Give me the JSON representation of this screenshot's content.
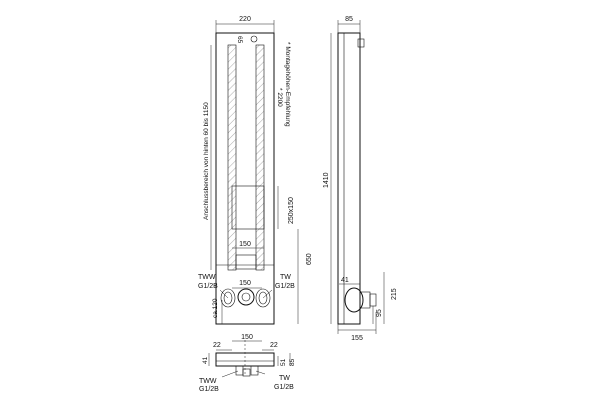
{
  "front": {
    "dim_width": "220",
    "dim_offset": "65",
    "dim_range": "Anschlussbereich von hinten 60 bis 1150",
    "dim_height_note": "* 2200",
    "dim_mount_note": "* Montagehöhen-Empfehlung",
    "dim_box": "250x150",
    "dim_150_upper": "150",
    "dim_650": "650",
    "dim_150_lower": "150",
    "dim_ca120": "ca.120",
    "label_tww": "TWW",
    "label_tww_thread": "G1/2B",
    "label_tw": "TW",
    "label_tw_thread": "G1/2B"
  },
  "side": {
    "dim_depth": "85",
    "dim_height": "1410",
    "dim_41": "41",
    "dim_215": "215",
    "dim_95": "95",
    "dim_155": "155"
  },
  "plan": {
    "dim_150": "150",
    "dim_22_left": "22",
    "dim_22_right": "22",
    "dim_41": "41",
    "dim_51": "51",
    "dim_85": "85",
    "label_tww": "TWW",
    "label_tww_thread": "G1/2B",
    "label_tw": "TW",
    "label_tw_thread": "G1/2B"
  }
}
